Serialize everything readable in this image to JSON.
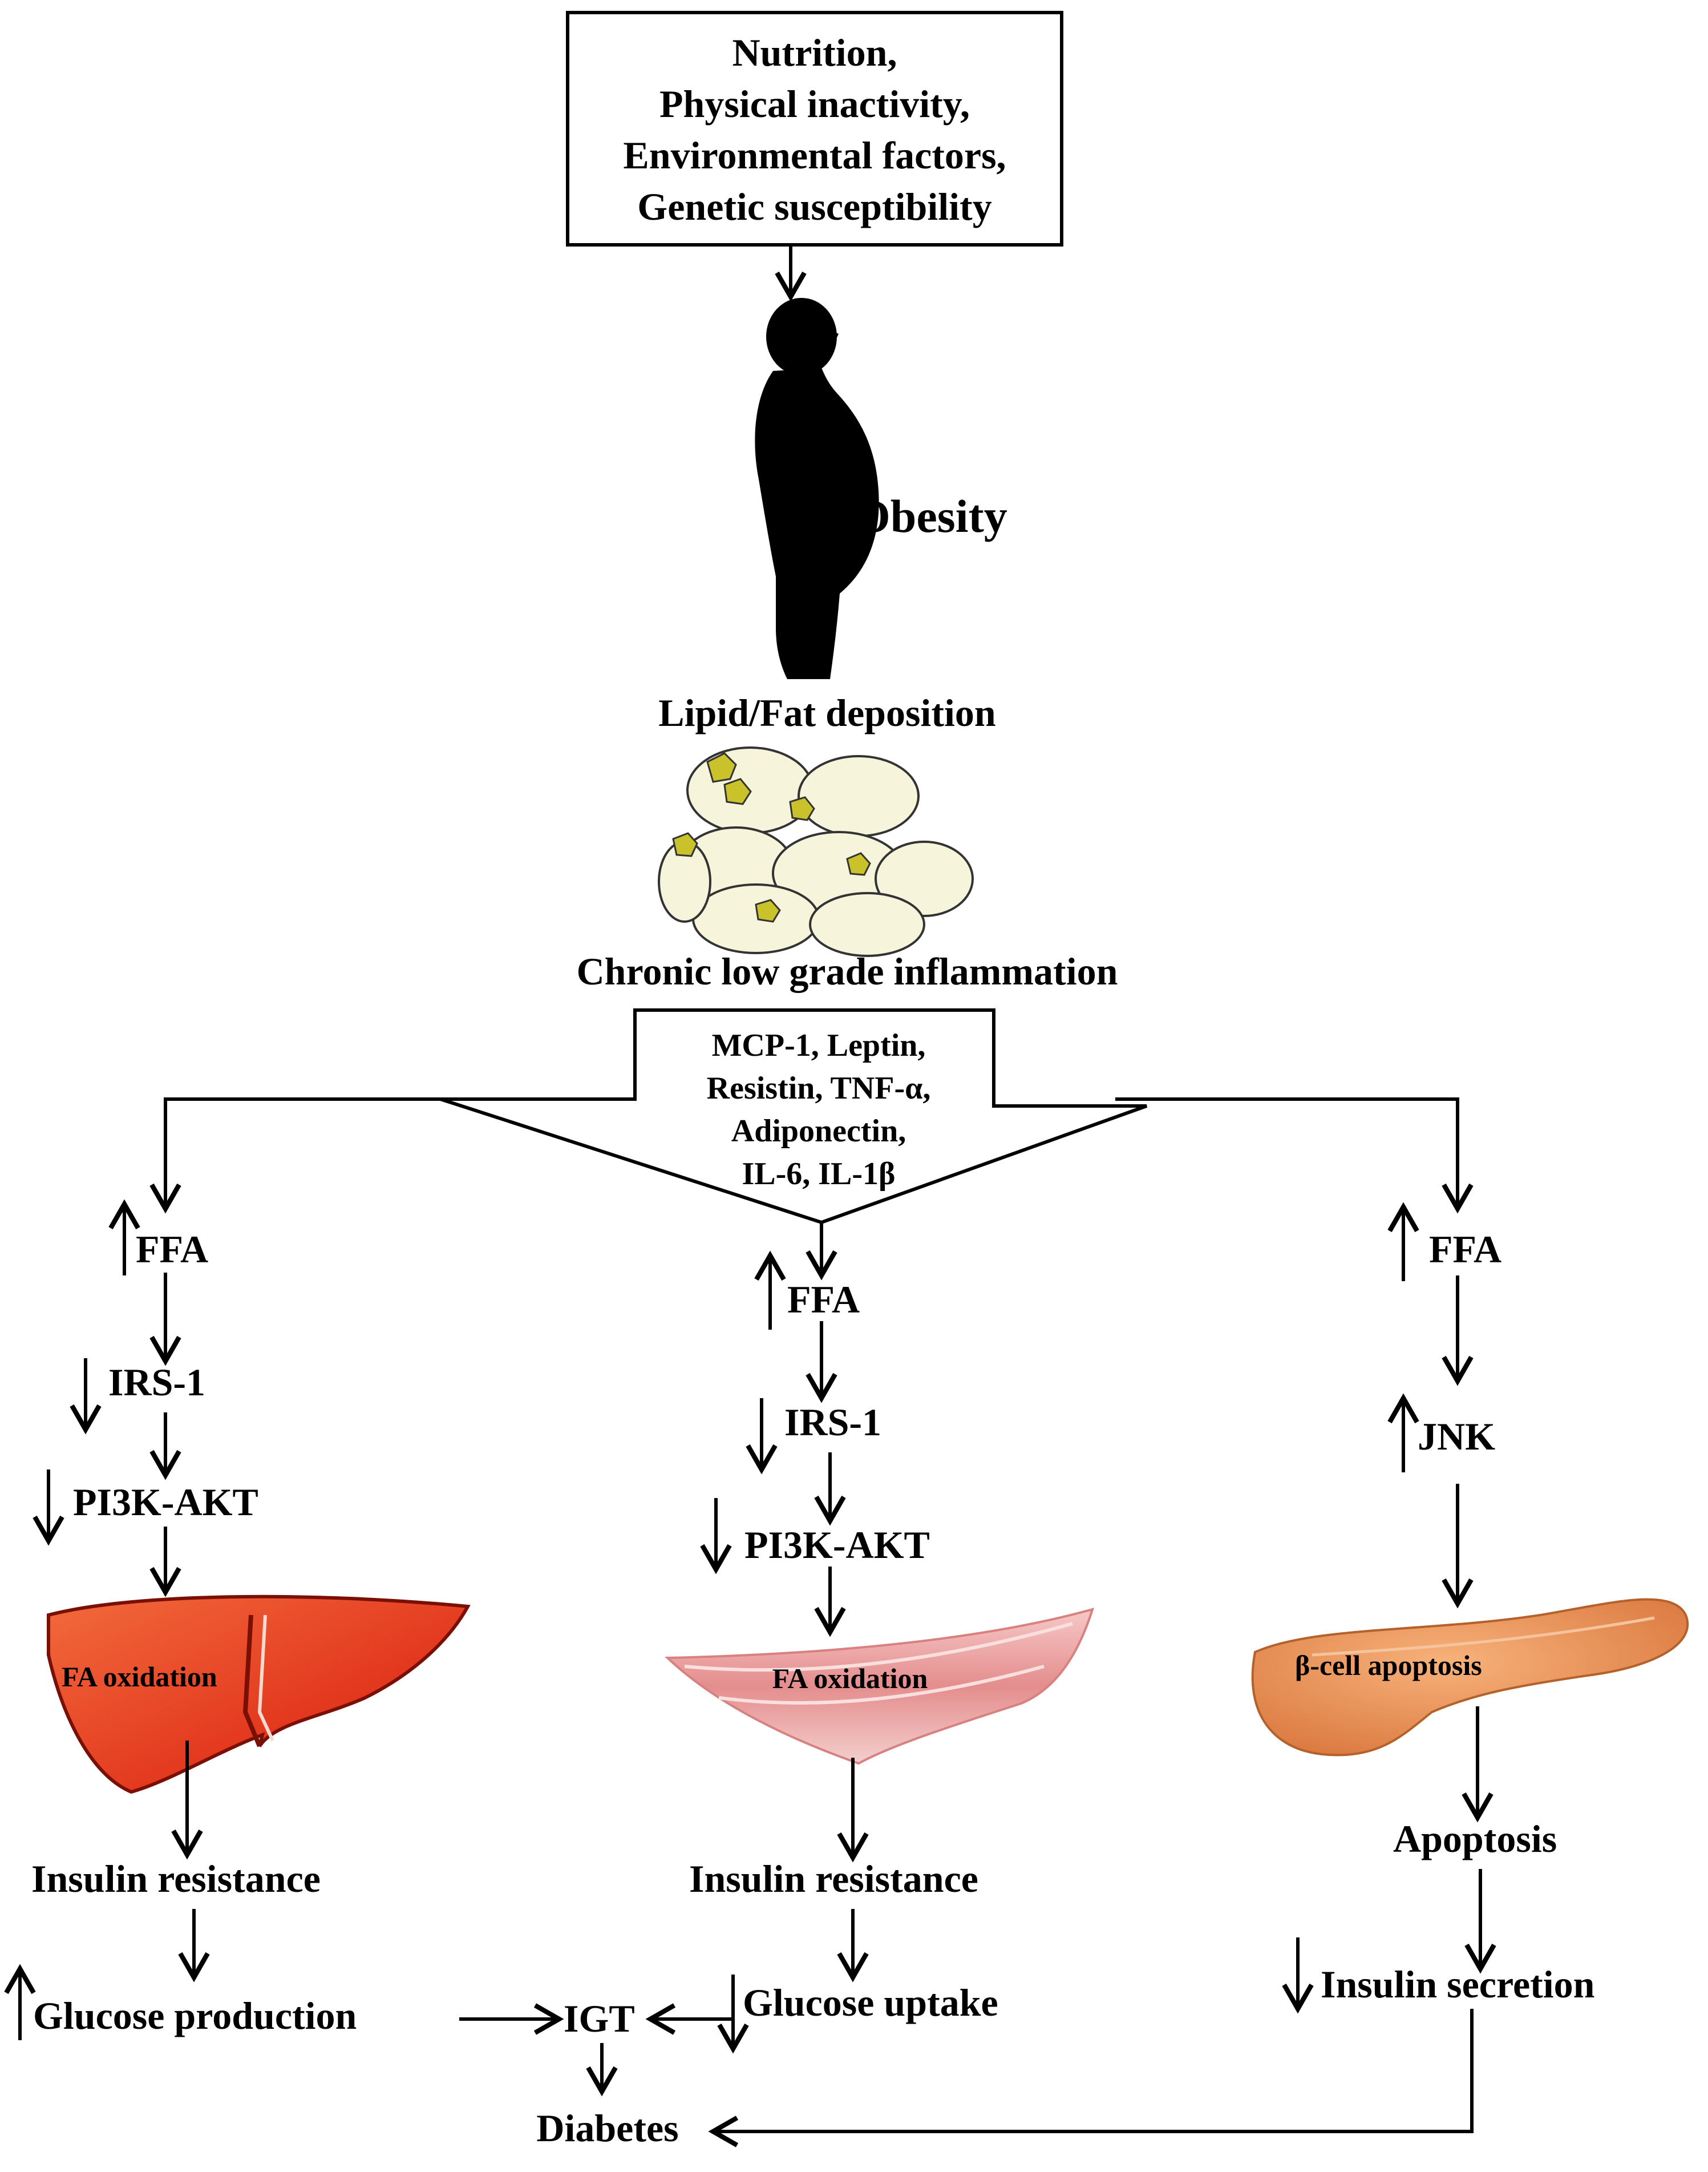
{
  "causes": [
    "Nutrition,",
    "Physical inactivity,",
    "Environmental factors,",
    "Genetic susceptibility"
  ],
  "obesity": "Obesity",
  "lipid": "Lipid/Fat deposition",
  "inflammation": "Chronic low grade inflammation",
  "mediators": [
    "MCP-1, Leptin,",
    "Resistin, TNF-α,",
    "Adiponectin,",
    "IL-6, IL-1β"
  ],
  "liver_path": {
    "ffa": "FFA",
    "irs": "IRS-1",
    "pi3k": "PI3K-AKT",
    "organ": "FA oxidation",
    "resistance": "Insulin resistance",
    "outcome": "Glucose production"
  },
  "muscle_path": {
    "ffa": "FFA",
    "irs": "IRS-1",
    "pi3k": "PI3K-AKT",
    "organ": "FA oxidation",
    "resistance": "Insulin resistance",
    "outcome": "Glucose uptake"
  },
  "pancreas_path": {
    "ffa": "FFA",
    "jnk": "JNK",
    "organ": "β-cell apoptosis",
    "apoptosis": "Apoptosis",
    "outcome": "Insulin secretion"
  },
  "igt": "IGT",
  "diabetes": "Diabetes",
  "colors": {
    "liver": "#e8472a",
    "muscle": "#e79a9a",
    "pancreas": "#e38b52",
    "adipocyte": "#f7f4dc",
    "macrophage": "#c9c22a"
  }
}
